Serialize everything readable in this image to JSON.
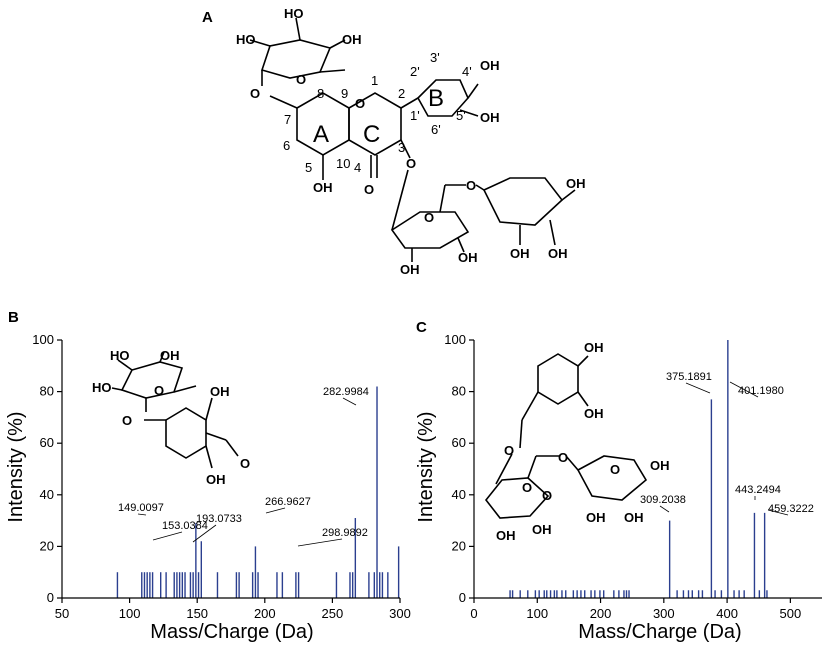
{
  "panels": {
    "a": "A",
    "b": "B",
    "c": "C"
  },
  "colors": {
    "bar": "#2b3f8f",
    "axis": "#000000"
  },
  "structure_a": {
    "ring_labels": [
      "A",
      "B",
      "C"
    ],
    "position_numbers": [
      "1",
      "2",
      "3",
      "4",
      "5",
      "6",
      "7",
      "8",
      "9",
      "10",
      "1'",
      "2'",
      "3'",
      "4'",
      "5'",
      "6'"
    ],
    "group_labels": [
      "HO",
      "HO",
      "OH",
      "OH",
      "OH",
      "OH",
      "OH",
      "OH",
      "OH",
      "OH",
      "OH",
      "O",
      "O",
      "O",
      "O",
      "O",
      "O",
      "O"
    ]
  },
  "structure_b": {
    "group_labels": [
      "HO",
      "OH",
      "HO",
      "OH",
      "OH",
      "O",
      "O",
      "O"
    ]
  },
  "structure_c": {
    "group_labels": [
      "OH",
      "OH",
      "O",
      "O",
      "O",
      "O",
      "O",
      "OH",
      "OH",
      "OH",
      "OH",
      "OH"
    ]
  },
  "chart_data": [
    {
      "type": "bar",
      "panel": "B",
      "xlabel": "Mass/Charge (Da)",
      "ylabel": "Intensity (%)",
      "xlim": [
        50,
        300
      ],
      "ylim": [
        0,
        100
      ],
      "xticks": [
        50,
        100,
        150,
        200,
        250,
        300
      ],
      "yticks": [
        0,
        20,
        40,
        60,
        80,
        100
      ],
      "x": [
        91,
        109,
        111,
        113,
        115,
        117,
        123,
        127,
        133,
        135,
        137,
        139,
        141,
        145,
        147,
        149.0097,
        151,
        153.0384,
        165,
        179,
        181,
        191,
        193.0733,
        195,
        209,
        213,
        223,
        225,
        253,
        263,
        265,
        266.9627,
        277,
        281,
        282.9984,
        285,
        287,
        291,
        298.9892
      ],
      "y": [
        10,
        10,
        10,
        10,
        10,
        10,
        10,
        10,
        10,
        10,
        10,
        10,
        10,
        10,
        10,
        29,
        10,
        22,
        10,
        10,
        10,
        10,
        20,
        10,
        10,
        10,
        10,
        10,
        10,
        10,
        10,
        31,
        10,
        10,
        82,
        10,
        10,
        10,
        20
      ],
      "annotations": [
        {
          "x": 149.0097,
          "label": "149.0097"
        },
        {
          "x": 153.0384,
          "label": "153.0384"
        },
        {
          "x": 193.0733,
          "label": "193.0733"
        },
        {
          "x": 266.9627,
          "label": "266.9627"
        },
        {
          "x": 282.9984,
          "label": "282.9984"
        },
        {
          "x": 298.9892,
          "label": "298.9892"
        }
      ]
    },
    {
      "type": "bar",
      "panel": "C",
      "xlabel": "Mass/Charge (Da)",
      "ylabel": "Intensity (%)",
      "xlim": [
        0,
        550
      ],
      "ylim": [
        0,
        100
      ],
      "xticks": [
        0,
        100,
        200,
        300,
        400,
        500
      ],
      "yticks": [
        0,
        20,
        40,
        60,
        80,
        100
      ],
      "x": [
        57,
        61,
        73,
        85,
        97,
        103,
        111,
        115,
        121,
        127,
        131,
        139,
        145,
        157,
        163,
        169,
        175,
        185,
        191,
        199,
        205,
        221,
        229,
        237,
        241,
        245,
        309.2038,
        321,
        331,
        339,
        345,
        355,
        361,
        375.1891,
        381,
        391,
        401.198,
        411,
        419,
        427,
        443.2494,
        451,
        459.3222,
        463
      ],
      "y": [
        3,
        3,
        3,
        3,
        3,
        3,
        3,
        3,
        3,
        3,
        3,
        3,
        3,
        3,
        3,
        3,
        3,
        3,
        3,
        3,
        3,
        3,
        3,
        3,
        3,
        3,
        30,
        3,
        3,
        3,
        3,
        3,
        3,
        77,
        3,
        3,
        100,
        3,
        3,
        3,
        33,
        3,
        33,
        3
      ],
      "annotations": [
        {
          "x": 309.2038,
          "label": "309.2038"
        },
        {
          "x": 375.1891,
          "label": "375.1891"
        },
        {
          "x": 401.198,
          "label": "401.1980"
        },
        {
          "x": 443.2494,
          "label": "443.2494"
        },
        {
          "x": 459.3222,
          "label": "459.3222"
        }
      ]
    }
  ]
}
